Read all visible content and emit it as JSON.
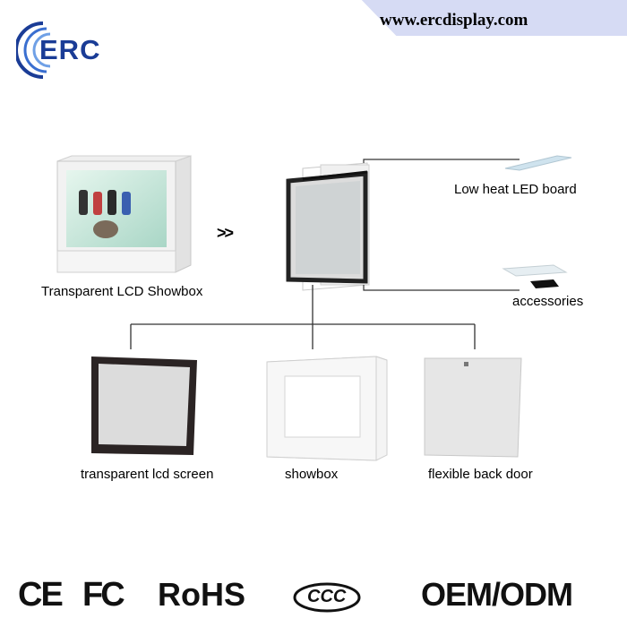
{
  "header": {
    "brand": "ERC",
    "website": "www.ercdisplay.com"
  },
  "diagram": {
    "main_product_label": "Transparent LCD Showbox",
    "arrow_glyph": ">>",
    "part_labels": {
      "led_board": "Low heat LED board",
      "accessories": "accessories",
      "lcd_screen": "transparent lcd screen",
      "showbox": "showbox",
      "back_door": "flexible back door"
    }
  },
  "certifications": {
    "ce": "CE",
    "fc": "FC",
    "rohs": "RoHS",
    "ccc": "CCC",
    "oem": "OEM/ODM"
  },
  "colors": {
    "brand_blue": "#1a3c96",
    "url_band": "#d6dbf4",
    "connector_line": "#333333"
  }
}
